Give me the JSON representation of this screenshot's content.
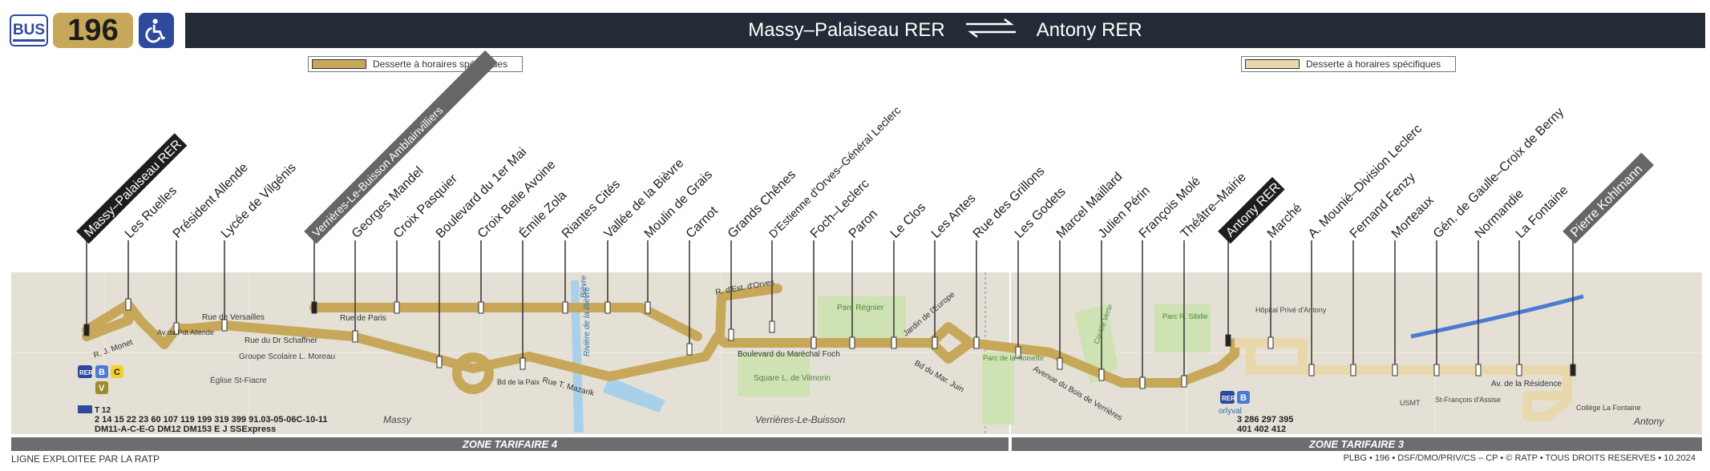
{
  "header": {
    "mode_label": "BUS",
    "line_number": "196",
    "accessibility_icon": "wheelchair-icon",
    "origin": "Massy–Palaiseau RER",
    "destination": "Antony RER",
    "direction_icon": "two-way-arrows-icon"
  },
  "legend": [
    {
      "label": "Desserte à horaires spécifiques",
      "color": "#c7a85a"
    },
    {
      "label": "Desserte à horaires spécifiques",
      "color": "#e8d8ac"
    }
  ],
  "colors": {
    "route": "#c7a85a",
    "route_light": "#e8d8ac",
    "background_zone": "#e4e0d5",
    "header": "#222b36",
    "pmr_blue": "#2e4a9c",
    "park": "#cfe2b4",
    "water": "#a9d0ea"
  },
  "stops": [
    {
      "name": "Massy–Palaiseau RER",
      "terminus": true
    },
    {
      "name": "Les Ruelles"
    },
    {
      "name": "Président Allende"
    },
    {
      "name": "Lycée de Vilgénis"
    },
    {
      "name": "Verrières-Le-Buisson Amblainvilliers",
      "terminus": true
    },
    {
      "name": "Georges Mandel"
    },
    {
      "name": "Croix Pasquier"
    },
    {
      "name": "Boulevard du 1er Mai"
    },
    {
      "name": "Croix Belle Avoine"
    },
    {
      "name": "Émile Zola"
    },
    {
      "name": "Riantes Cités"
    },
    {
      "name": "Vallée de la Bièvre"
    },
    {
      "name": "Moulin de Grais"
    },
    {
      "name": "Carnot"
    },
    {
      "name": "Grands Chênes"
    },
    {
      "name": "D'Estienne d'Orves–Général Leclerc"
    },
    {
      "name": "Foch–Leclerc"
    },
    {
      "name": "Paron"
    },
    {
      "name": "Le Clos"
    },
    {
      "name": "Les Antes"
    },
    {
      "name": "Rue des Grillons"
    },
    {
      "name": "Les Godets"
    },
    {
      "name": "Marcel Maillard"
    },
    {
      "name": "Julien Périn"
    },
    {
      "name": "François Molé"
    },
    {
      "name": "Théâtre–Mairie"
    },
    {
      "name": "Antony RER",
      "terminus": true
    },
    {
      "name": "Marché"
    },
    {
      "name": "A. Mounié–Division Leclerc"
    },
    {
      "name": "Fernand Fenzy"
    },
    {
      "name": "Morteaux"
    },
    {
      "name": "Gén. de Gaulle–Croix de Berny"
    },
    {
      "name": "Normandie"
    },
    {
      "name": "La Fontaine"
    },
    {
      "name": "Pierre Kohlmann",
      "terminus": true
    }
  ],
  "streets": [
    "R. J. Monet",
    "Av du Pdt Allende",
    "Rue de Versailles",
    "Rue du Dr Schaffner",
    "Rue de Paris",
    "Bd de la Paix",
    "Rue T. Mazarik",
    "Bièvre",
    "Rivière de la Bièvre",
    "R. d'Est. d'Orves",
    "Boulevard du Maréchal Foch",
    "Jardin de l'Europe",
    "Bd du Mar. Juin",
    "Avenue du Bois de Verrières",
    "Av. de la Résidence"
  ],
  "places": [
    "Groupe Scolaire L. Moreau",
    "Église St-Fiacre",
    "Massy",
    "Verrières-Le-Buisson",
    "Parc Régnier",
    "Square L. de Vilmorin",
    "Parc de la Noisette",
    "Coulée Verte",
    "Parc R. Sibille",
    "Hôpital Privé d'Antony",
    "USMT",
    "St-François d'Assise",
    "Collège La Fontaine",
    "Antony",
    "orlyval"
  ],
  "connections_massy": {
    "lines": "2 14 15 22 23 60 107 119 199 319 399  91.03-05-06C-10-11",
    "lines2": "DM11-A-C-E-G DM12 DM153 E J SSExpress",
    "tram": "T 12",
    "rer": [
      "RER",
      "B",
      "C",
      "V"
    ]
  },
  "connections_antony": {
    "lines": "3 286 297 395",
    "lines2": "401 402 412",
    "rer": [
      "RER",
      "B"
    ]
  },
  "zones": [
    {
      "label": "ZONE TARIFAIRE 4"
    },
    {
      "label": "ZONE TARIFAIRE 3"
    }
  ],
  "footer": {
    "left": "LIGNE EXPLOITEE PAR LA RATP",
    "right": "PLBG • 196 • DSF/DMO/PRIV/CS – CP • © RATP • TOUS DROITS RESERVES • 10.2024"
  }
}
